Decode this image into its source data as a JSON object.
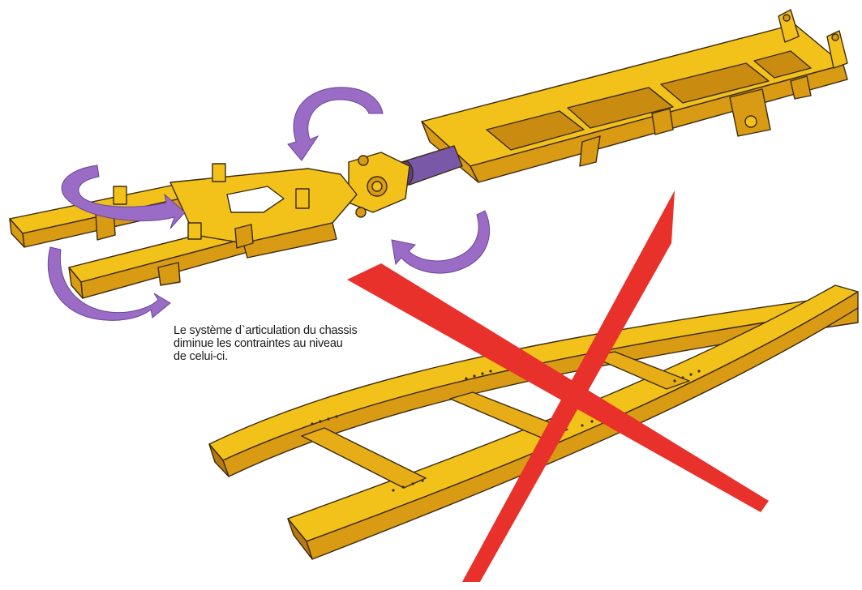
{
  "caption": {
    "lines": [
      "Le système d`articulation du chassis",
      "diminue les contraintes au niveau",
      "de celui-ci."
    ]
  },
  "colors": {
    "frame_yellow": "#f2c21b",
    "frame_shade": "#d99a14",
    "frame_dark": "#b87a0e",
    "outline": "#3b2a10",
    "rotation_arrow": "#9a6cc6",
    "cross_mark": "#e8312a",
    "shaft": "#7a58a8"
  },
  "icons": [
    "rotation-arrow-icon",
    "cross-mark-icon"
  ]
}
